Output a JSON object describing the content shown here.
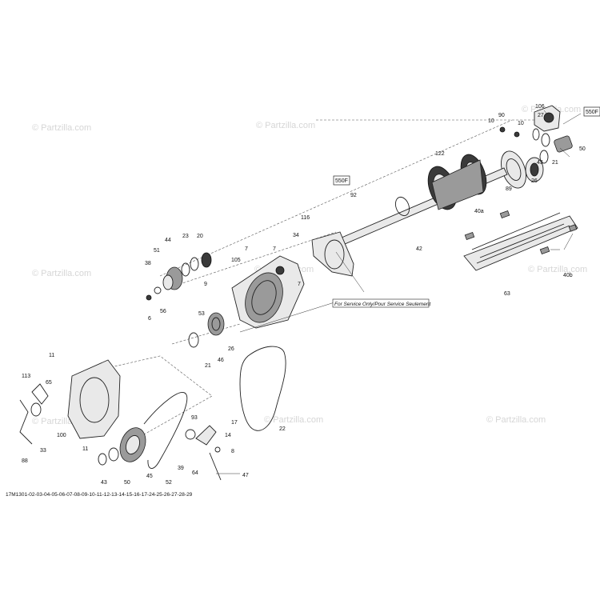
{
  "watermarks": [
    "© Partzilla.com",
    "© Partzilla.com",
    "© Partzilla.com",
    "© Partzilla.com",
    "© Partzilla.com",
    "© Partzilla.com",
    "© Partzilla.com",
    "© Partzilla.com",
    "© Partzilla.com"
  ],
  "callouts": {
    "c106": "106",
    "c90": "90",
    "c27": "27",
    "c10a": "10",
    "c10b": "10",
    "c21a": "21",
    "c50a": "50",
    "c43a": "43",
    "c26a": "26",
    "c89": "89",
    "c122": "122",
    "c92": "92",
    "c42": "42",
    "c116": "116",
    "c34": "34",
    "c7a": "7",
    "c7b": "7",
    "c105": "105",
    "c40a": "40a",
    "c40b": "40b",
    "c63": "63",
    "c44": "44",
    "c23": "23",
    "c20": "20",
    "c51": "51",
    "c38": "38",
    "c9": "9",
    "c53": "53",
    "c6": "6",
    "c56": "56",
    "c7c": "7",
    "c26b": "26",
    "c46": "46",
    "c21b": "21",
    "c22": "22",
    "c11a": "11",
    "c113": "113",
    "c65": "65",
    "c100": "100",
    "c33": "33",
    "c88": "88",
    "c11b": "11",
    "c93": "93",
    "c17": "17",
    "c14": "14",
    "c8": "8",
    "c39": "39",
    "c64": "64",
    "c52": "52",
    "c45": "45",
    "c50b": "50",
    "c43b": "43",
    "c47": "47"
  },
  "boxes": {
    "sealant_top": "550F",
    "sealant_mid": "550F"
  },
  "service_note": "For Service Only/Pour Service Seulement",
  "diagram_code": "17M1301-02-03-04-05-06-07-08-09-10-11-12-13-14-15-16-17-24-25-26-27-28-29"
}
